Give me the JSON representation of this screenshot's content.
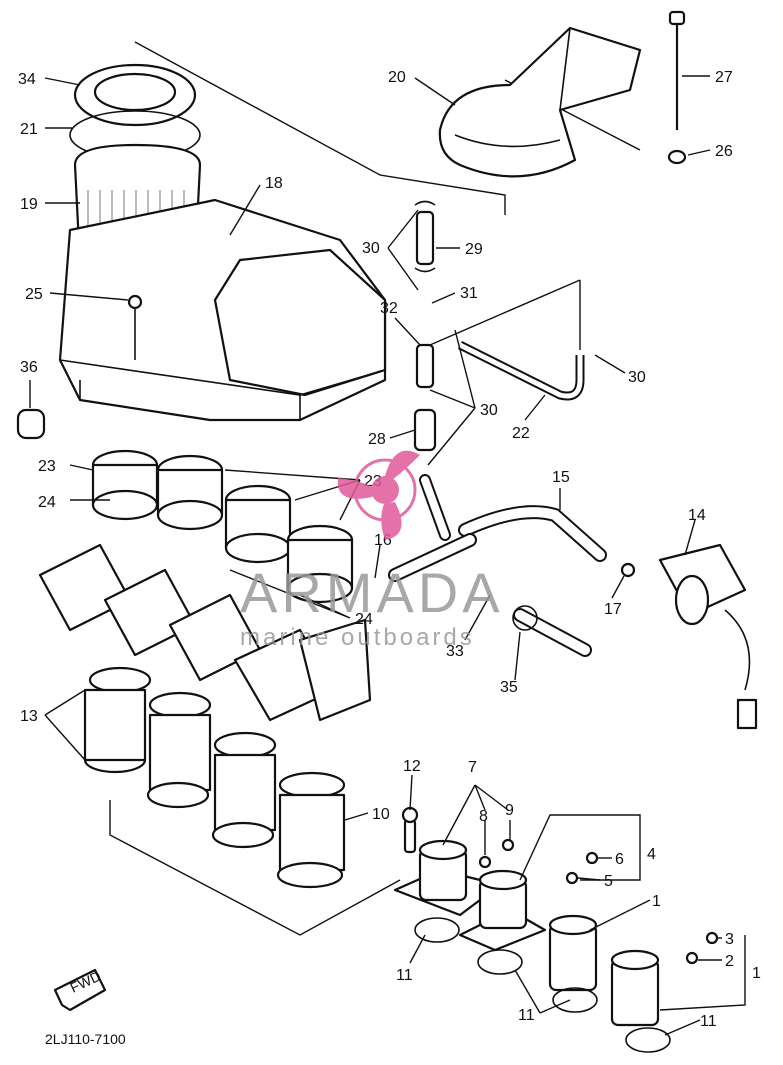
{
  "diagram": {
    "catalog_code": "2LJ110-7100",
    "fwd_mark": "FWD",
    "callouts": [
      "34",
      "21",
      "19",
      "18",
      "20",
      "27",
      "26",
      "30",
      "29",
      "25",
      "31",
      "32",
      "30",
      "36",
      "30",
      "22",
      "28",
      "23",
      "23",
      "24",
      "15",
      "14",
      "16",
      "24",
      "17",
      "33",
      "35",
      "13",
      "12",
      "7",
      "8",
      "9",
      "10",
      "4",
      "6",
      "5",
      "1",
      "3",
      "2",
      "1",
      "11",
      "11",
      "11"
    ]
  },
  "watermark": {
    "brand": "ARMADA",
    "tagline": "marine outboards",
    "colors": {
      "brand": "#9a9a9a",
      "logo": "#e05a9a"
    }
  }
}
